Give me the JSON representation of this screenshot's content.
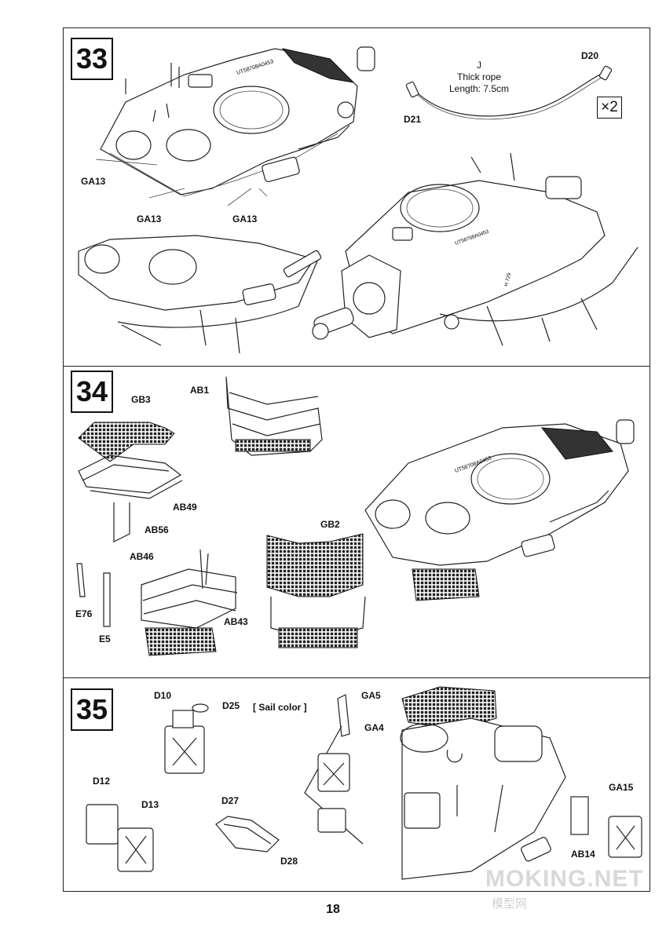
{
  "steps": {
    "s33": {
      "number": "33",
      "labels": {
        "ga13_a": "GA13",
        "ga13_b": "GA13",
        "ga13_c": "GA13",
        "d21": "D21",
        "d20": "D20"
      },
      "rope": {
        "part": "J",
        "name": "Thick rope",
        "length": "Length: 7.5cm"
      },
      "multiplier": "×2"
    },
    "s34": {
      "number": "34",
      "labels": {
        "ab1": "AB1",
        "gb3": "GB3",
        "ab49": "AB49",
        "ab56": "AB56",
        "ab46": "AB46",
        "ab43": "AB43",
        "e76": "E76",
        "e5": "E5",
        "gb2": "GB2"
      }
    },
    "s35": {
      "number": "35",
      "labels": {
        "d10": "D10",
        "d25": "D25",
        "ga5": "GA5",
        "ga4": "GA4",
        "d12": "D12",
        "d13": "D13",
        "d27": "D27",
        "d28": "D28",
        "ga15": "GA15",
        "ab14": "AB14"
      },
      "sail_color": "[ Sail color ]"
    }
  },
  "turret_markings": {
    "serial": "UT58708A0453",
    "small": "H 729"
  },
  "page_number": "18",
  "watermark": {
    "main": "MOKING.NET",
    "sub": "模型网"
  }
}
